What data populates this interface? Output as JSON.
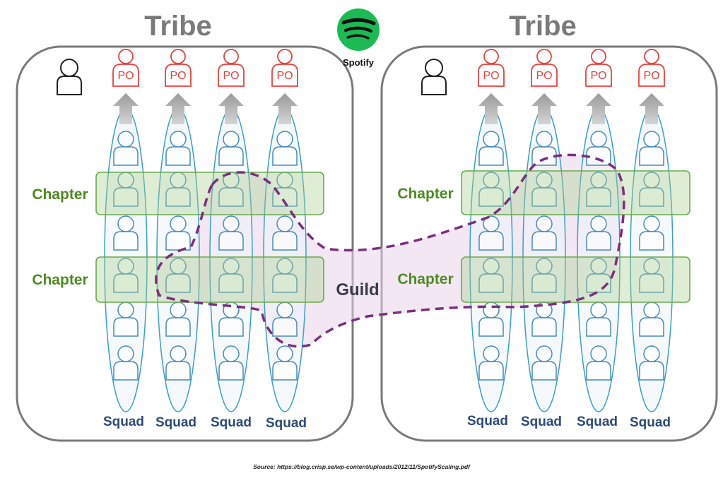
{
  "tribe_title": "Tribe",
  "po_label": "PO",
  "chapter_label": "Chapter",
  "squad_label": "Squad",
  "guild_label": "Guild",
  "brand_name": "Spotify",
  "source_text": "Source: https://blog.crisp.se/wp-content/uploads/2012/11/SpotifyScaling.pdf",
  "colors": {
    "tribe_title": "#7a7a7a",
    "po": "#e8413c",
    "member": "#4a8ab8",
    "squad_text": "#2e4a7a",
    "chapter_text": "#4e8a23",
    "chapter_fill": "#a8d08d",
    "chapter_stroke": "#6aa84f",
    "guild_stroke": "#7b2f7e",
    "guild_fill": "#e7d3ea",
    "squad_stroke": "#3a9fc2",
    "spotify_green": "#1db954"
  },
  "icons": [
    "person-icon",
    "product-owner-icon",
    "up-arrow-icon",
    "spotify-logo-icon"
  ]
}
